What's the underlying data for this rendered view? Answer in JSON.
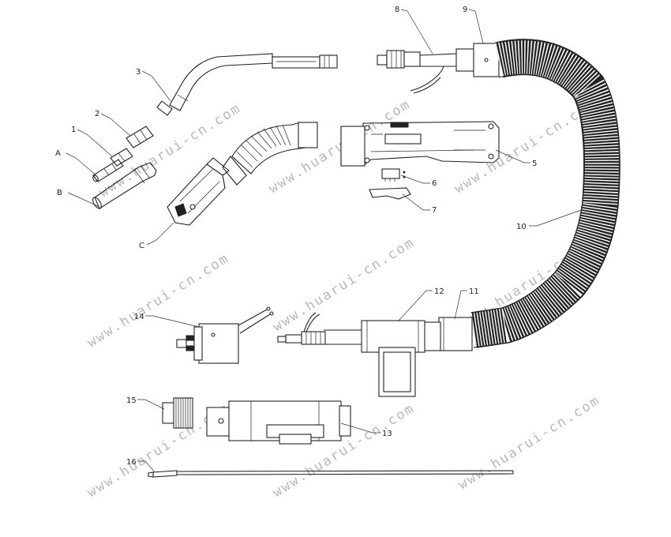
{
  "watermark": "www.huarui-cn.com",
  "labels": {
    "A": "A",
    "B": "B",
    "C": "C",
    "p1": "1",
    "p2": "2",
    "p3": "3",
    "p5": "5",
    "p6": "6",
    "p7": "7",
    "p8": "8",
    "p9": "9",
    "p10": "10",
    "p11": "11",
    "p12": "12",
    "p13": "13",
    "p14": "14",
    "p15": "15",
    "p16": "16"
  }
}
